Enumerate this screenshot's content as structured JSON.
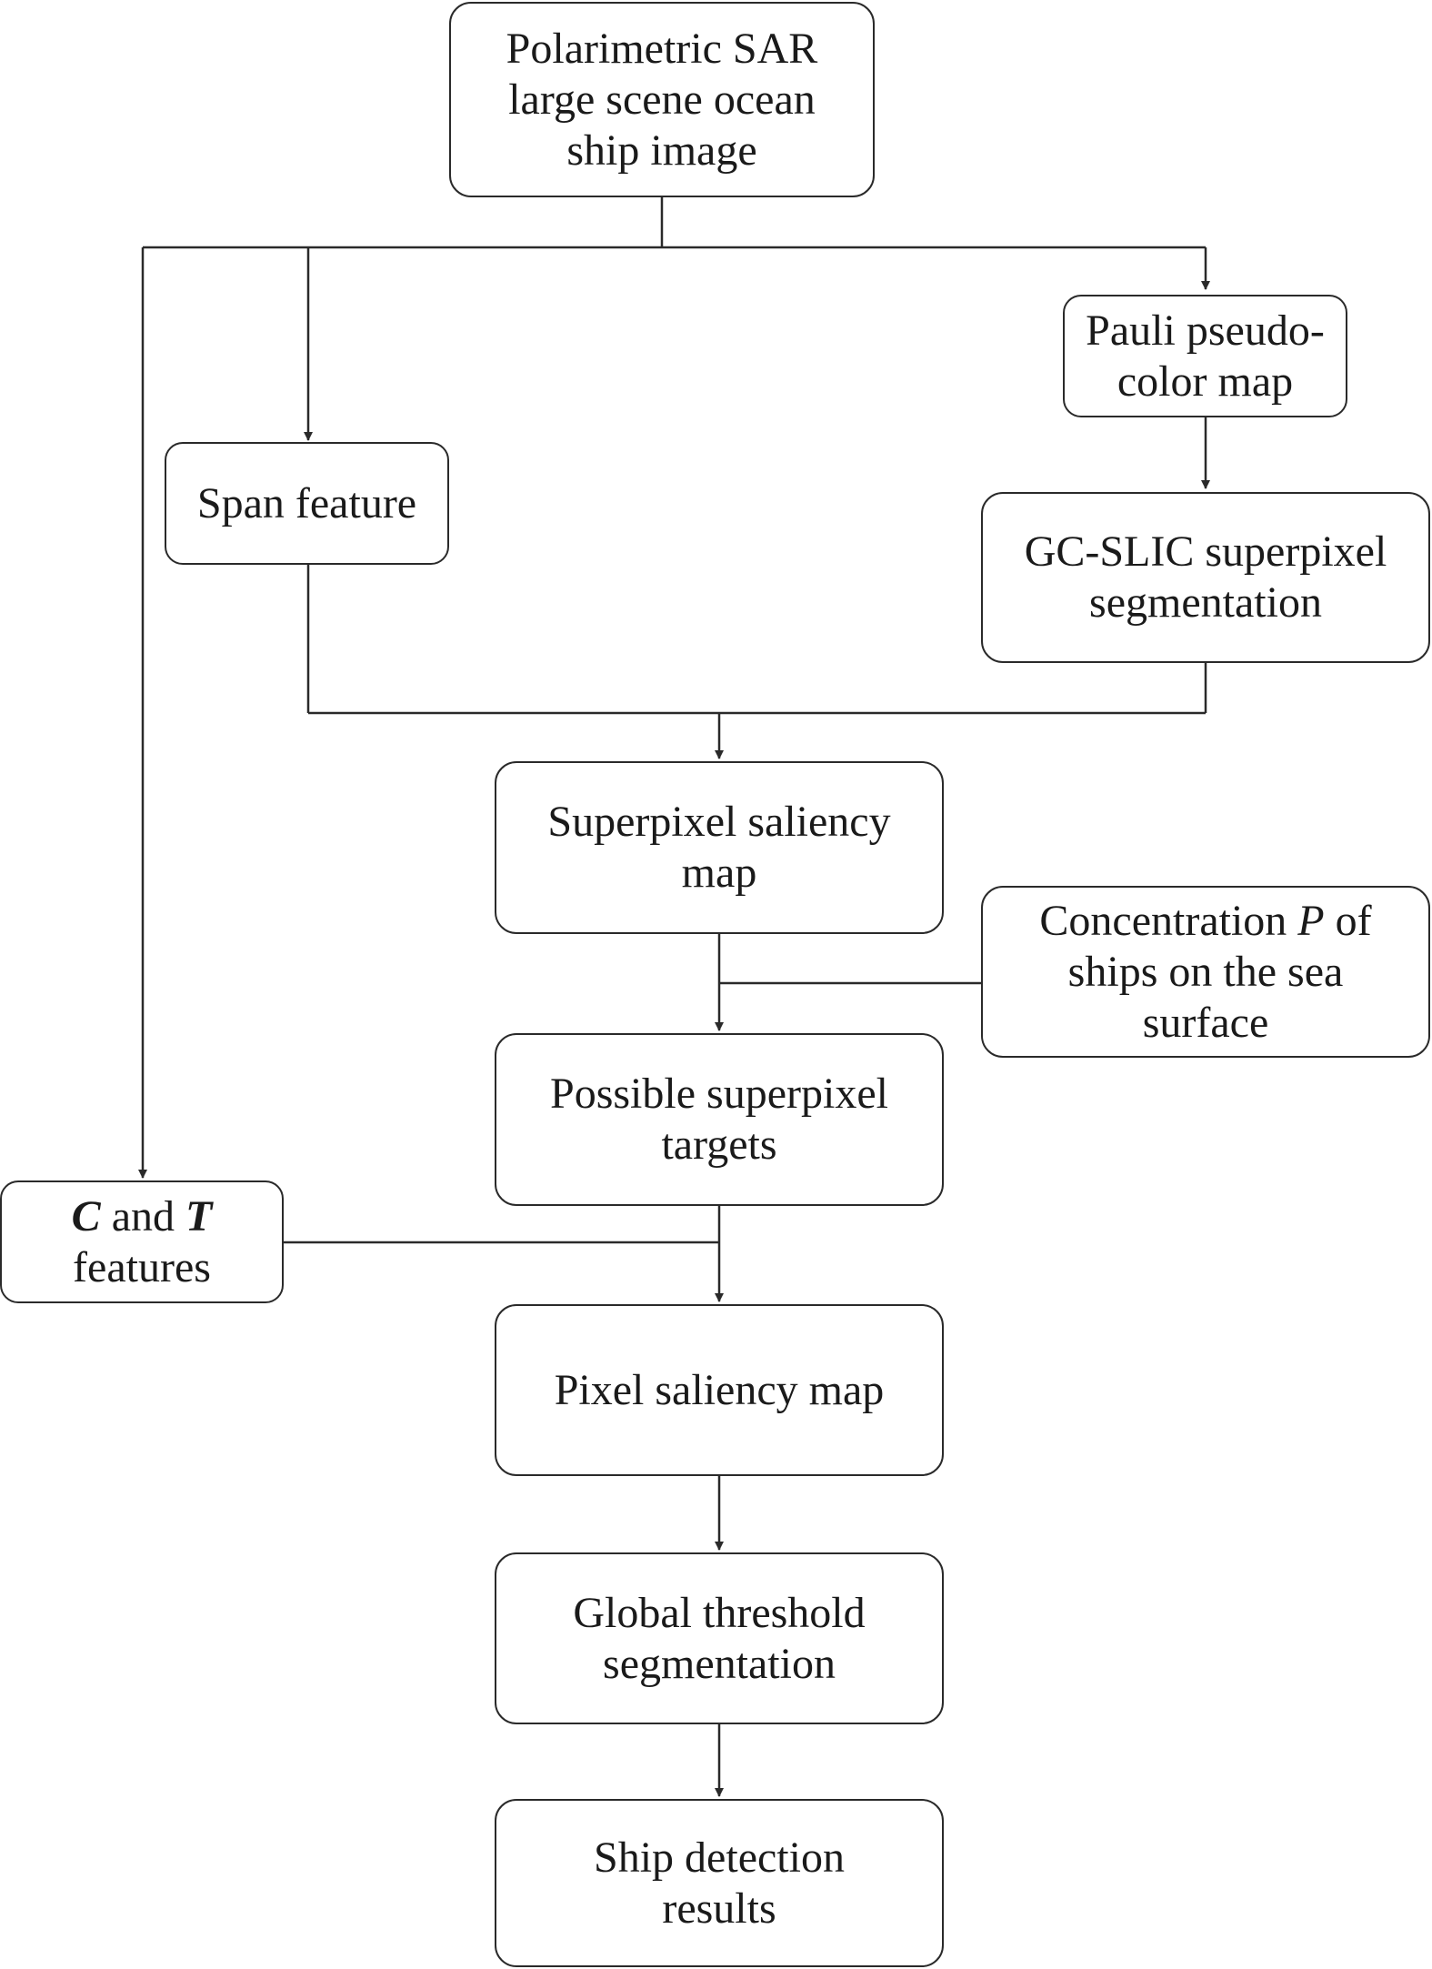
{
  "nodes": {
    "input": {
      "lines": [
        "Polarimetric SAR",
        "large scene ocean",
        "ship image"
      ]
    },
    "pauli": {
      "lines": [
        "Pauli pseudo-",
        "color map"
      ]
    },
    "span": {
      "lines": [
        "Span feature"
      ]
    },
    "gcslic": {
      "lines": [
        "GC-SLIC superpixel",
        "segmentation"
      ]
    },
    "superpixel_saliency": {
      "lines": [
        "Superpixel saliency",
        "map"
      ]
    },
    "concentration": {
      "line1_pre": "Concentration ",
      "line1_var": "P",
      "line1_post": " of",
      "line2": "ships on the sea",
      "line3": "surface"
    },
    "possible_targets": {
      "lines": [
        "Possible superpixel",
        "targets"
      ]
    },
    "ct_features": {
      "c": "C",
      "and": " and ",
      "t": "T",
      "line2": "features"
    },
    "pixel_saliency": {
      "lines": [
        "Pixel saliency map"
      ]
    },
    "global_threshold": {
      "lines": [
        "Global threshold",
        "segmentation"
      ]
    },
    "results": {
      "lines": [
        "Ship detection",
        "results"
      ]
    }
  },
  "colors": {
    "stroke": "#2a2a2a",
    "text": "#1a1a1a",
    "background": "#ffffff"
  }
}
